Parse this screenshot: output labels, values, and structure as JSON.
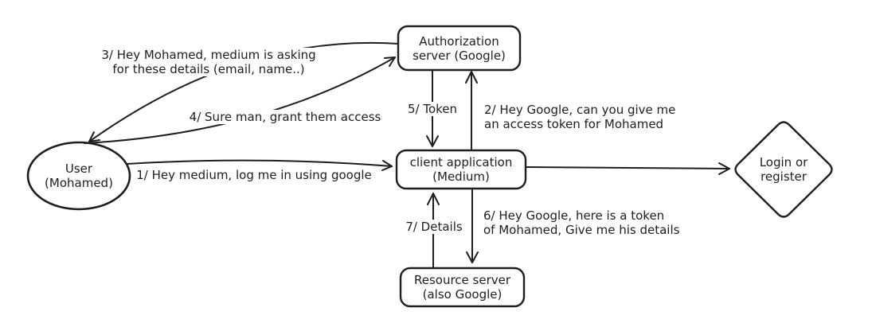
{
  "diagram": {
    "title": "OAuth login flow (hand-drawn diagram)",
    "colors": {
      "stroke": "#1e1e1e",
      "background": "#ffffff"
    },
    "nodes": {
      "user": {
        "line1": "User",
        "line2": "(Mohamed)"
      },
      "auth_server": {
        "line1": "Authorization",
        "line2": "server (Google)"
      },
      "client_app": {
        "line1": "client application",
        "line2": "(Medium)"
      },
      "resource_server": {
        "line1": "Resource server",
        "line2": "(also Google)"
      },
      "login_register": {
        "line1": "Login or",
        "line2": "register"
      }
    },
    "edges": {
      "e1": {
        "label": "1/ Hey medium, log me in using google"
      },
      "e2": {
        "line1": "2/ Hey Google, can you give me",
        "line2": "an access token for Mohamed"
      },
      "e3": {
        "line1": "3/ Hey Mohamed, medium is asking",
        "line2": "for these details (email, name..)"
      },
      "e4": {
        "label": "4/ Sure man, grant them access"
      },
      "e5": {
        "label": "5/ Token"
      },
      "e6": {
        "line1": "6/ Hey Google, here is a token",
        "line2": "of Mohamed, Give me his details"
      },
      "e7": {
        "label": "7/ Details"
      }
    }
  }
}
